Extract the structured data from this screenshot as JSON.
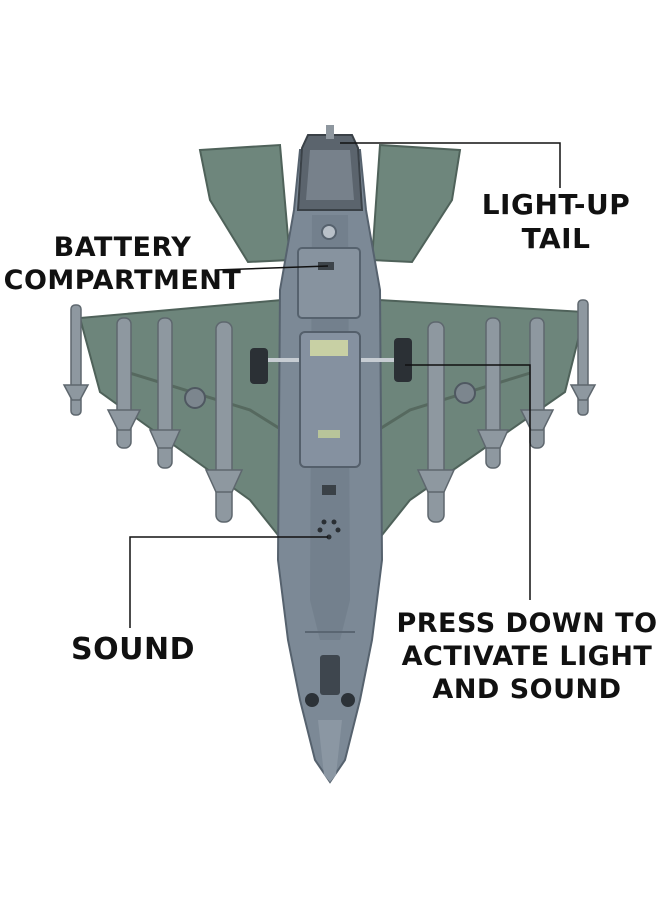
{
  "labels": {
    "battery": {
      "line1": "BATTERY",
      "line2": "COMPARTMENT"
    },
    "tail": {
      "line1": "LIGHT-UP",
      "line2": "TAIL"
    },
    "sound": {
      "line1": "SOUND"
    },
    "press": {
      "line1": "PRESS DOWN TO",
      "line2": "ACTIVATE LIGHT",
      "line3": "AND SOUND"
    }
  },
  "colors": {
    "background": "#ffffff",
    "fuselage": "#7d8a97",
    "fuselage_shadow": "#5e6b78",
    "wing": "#6f877e",
    "wing_dark": "#55695f",
    "missile": "#8d979f",
    "canopy": "#4a545c",
    "leader_line": "#111111",
    "label_text": "#111111"
  }
}
